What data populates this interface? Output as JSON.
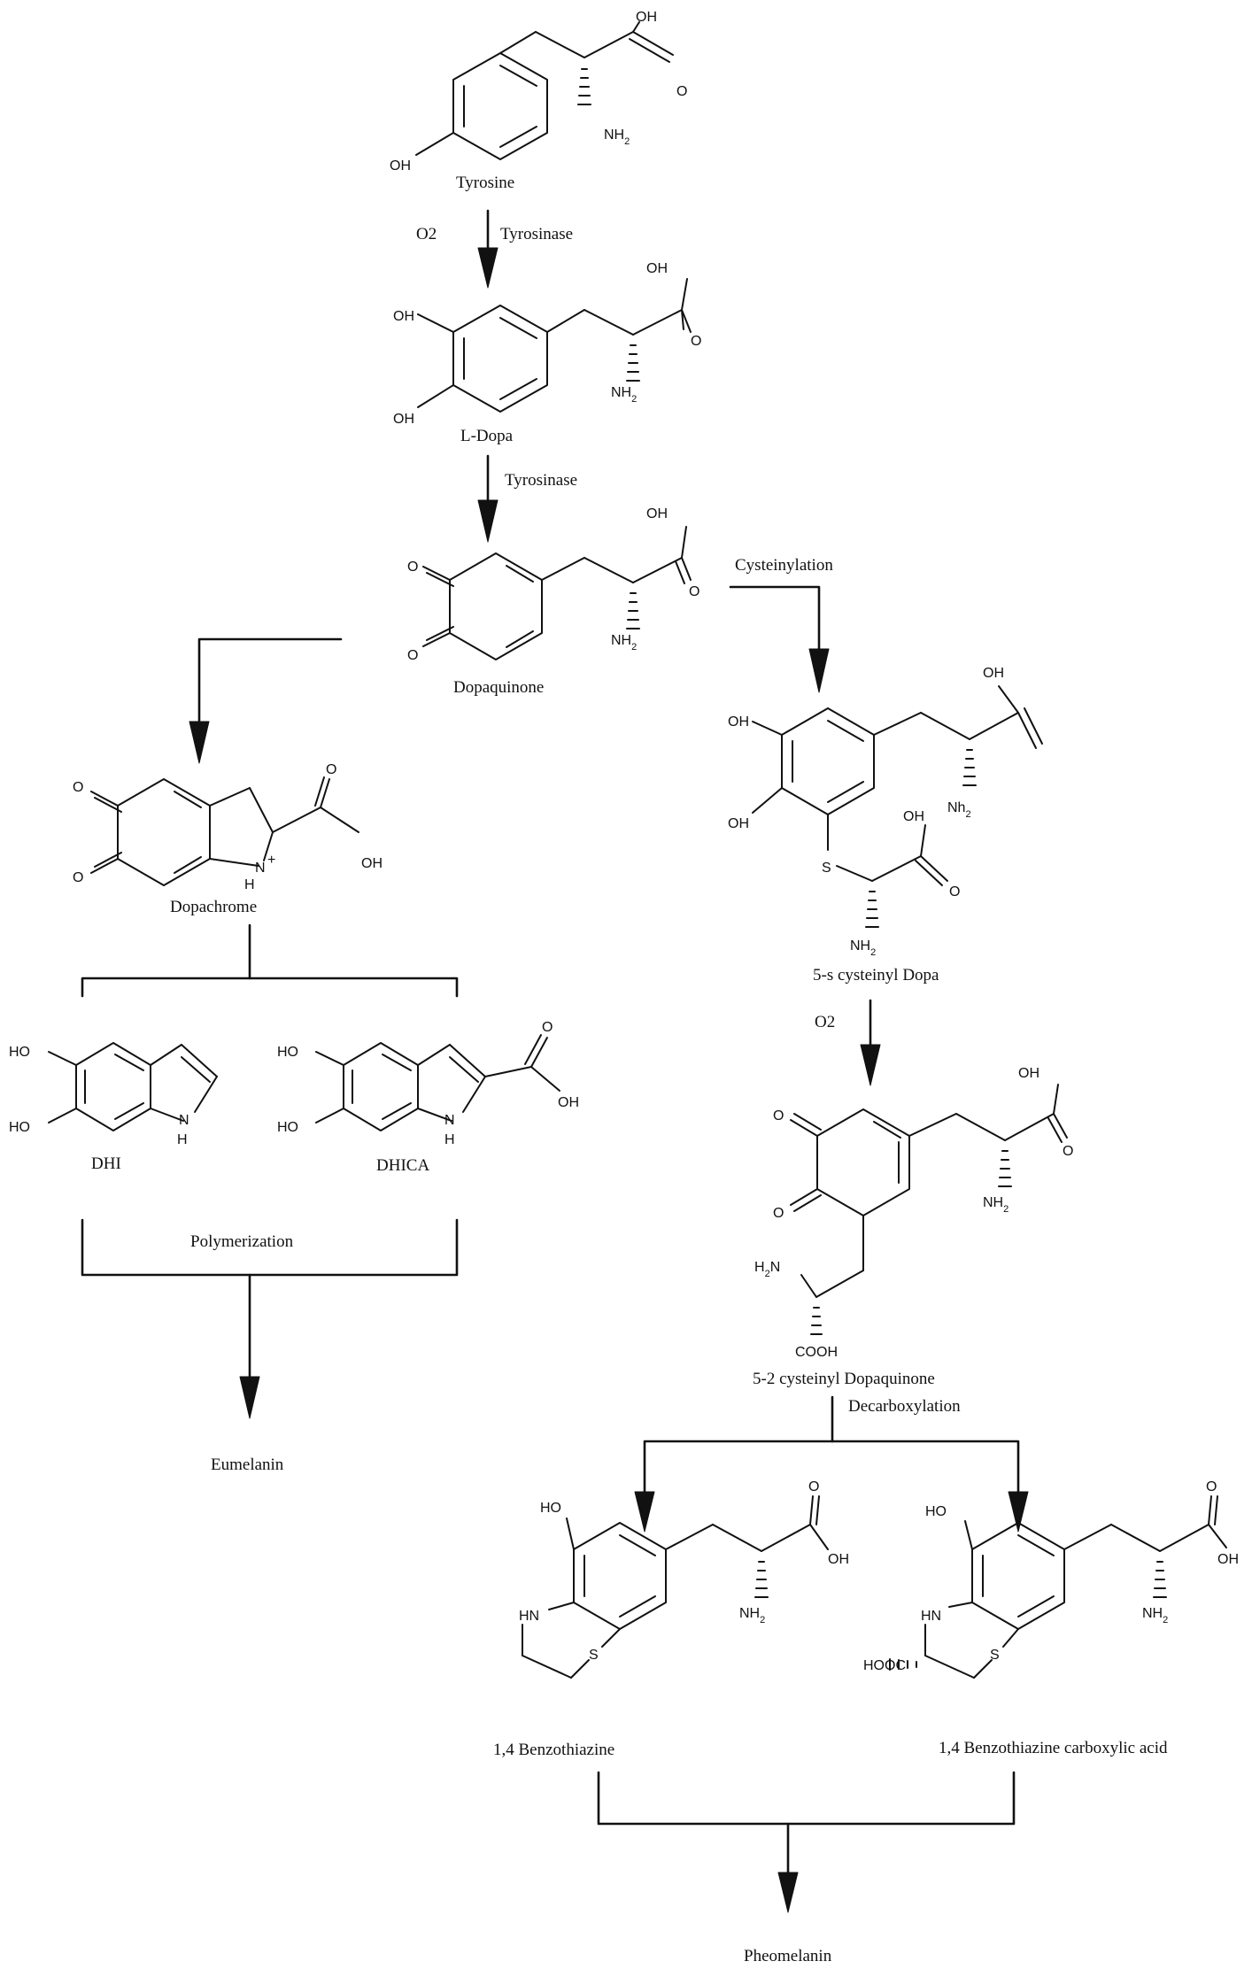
{
  "compounds": {
    "tyrosine": "Tyrosine",
    "l_dopa": "L-Dopa",
    "dopaquinone": "Dopaquinone",
    "dopachrome": "Dopachrome",
    "dhi": "DHI",
    "dhica": "DHICA",
    "eumelanin": "Eumelanin",
    "cysteinyl_dopa": "5-s cysteinyl Dopa",
    "cysteinyl_dopaquinone": "5-2 cysteinyl Dopaquinone",
    "benzothiazine": "1,4 Benzothiazine",
    "benzothiazine_acid": "1,4 Benzothiazine carboxylic acid",
    "pheomelanin": "Pheomelanin"
  },
  "steps": {
    "o2_first": "O2",
    "tyrosinase_first": "Tyrosinase",
    "tyrosinase_second": "Tyrosinase",
    "cysteinylation": "Cysteinylation",
    "o2_second": "O2",
    "polymerization": "Polymerization",
    "decarboxylation": "Decarboxylation"
  },
  "atoms": {
    "oh": "OH",
    "ho": "HO",
    "o": "O",
    "nh2": "NH2",
    "nh2_lower": "Nh2",
    "h2n": "H2N",
    "nh": "NH",
    "hn": "HN",
    "h": "H",
    "n_plus_h": "N",
    "plus": "+",
    "s": "S",
    "cooh": "COOH",
    "hooc": "HOOC"
  },
  "colors": {
    "ink": "#111111",
    "background": "#ffffff"
  }
}
